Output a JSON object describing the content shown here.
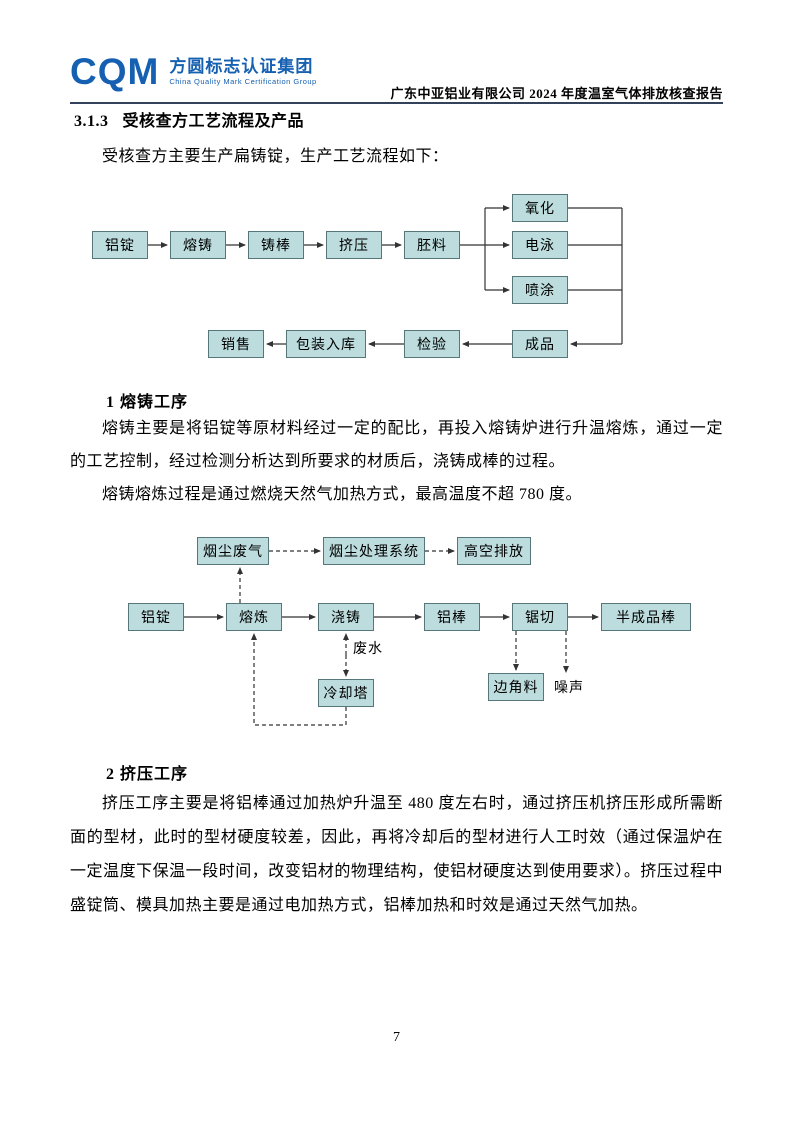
{
  "header": {
    "logo_acronym": "CQM",
    "logo_cn": "方圆标志认证集团",
    "logo_en": "China Quality Mark Certification Group",
    "doc_title": "广东中亚铝业有限公司 2024 年度温室气体排放核查报告"
  },
  "section": {
    "number": "3.1.3",
    "title": "受核查方工艺流程及产品"
  },
  "intro": "受核查方主要生产扁铸锭，生产工艺流程如下：",
  "flowchart1": {
    "aluminum_ingot": "铝锭",
    "melt_casting": "熔铸",
    "cast_rod": "铸棒",
    "extrusion": "挤压",
    "billet": "胚料",
    "oxidation": "氧化",
    "electrophoresis": "电泳",
    "spray_coating": "喷涂",
    "finished_product": "成品",
    "inspection": "检验",
    "packing_storage": "包装入库",
    "sales": "销售"
  },
  "melt_section": {
    "heading": "1 熔铸工序",
    "para1": "熔铸主要是将铝锭等原材料经过一定的配比，再投入熔铸炉进行升温熔炼，通过一定的工艺控制，经过检测分析达到所要求的材质后，浇铸成棒的过程。",
    "para2": "熔铸熔炼过程是通过燃烧天然气加热方式，最高温度不超 780 度。"
  },
  "flowchart2": {
    "dust_waste_gas": "烟尘废气",
    "dust_treatment_system": "烟尘处理系统",
    "high_altitude_discharge": "高空排放",
    "aluminum_ingot": "铝锭",
    "melting": "熔炼",
    "casting": "浇铸",
    "aluminum_rod": "铝棒",
    "sawing": "锯切",
    "semi_finished_rod": "半成品棒",
    "wastewater": "废水",
    "cooling_tower": "冷却塔",
    "scrap": "边角料",
    "noise": "噪声"
  },
  "extrusion_section": {
    "heading": "2 挤压工序",
    "para1": "挤压工序主要是将铝棒通过加热炉升温至 480 度左右时，通过挤压机挤压形成所需断面的型材，此时的型材硬度较差，因此，再将冷却后的型材进行人工时效（通过保温炉在一定温度下保温一段时间，改变铝材的物理结构，使铝材硬度达到使用要求）。挤压过程中盛锭筒、模具加热主要是通过电加热方式，铝棒加热和时效是通过天然气加热。"
  },
  "footer": {
    "page_number": "7"
  },
  "colors": {
    "brand_blue": "#1660b2",
    "box_fill": "#bcdcdd",
    "box_border": "#55777a",
    "line_color": "#333333"
  }
}
